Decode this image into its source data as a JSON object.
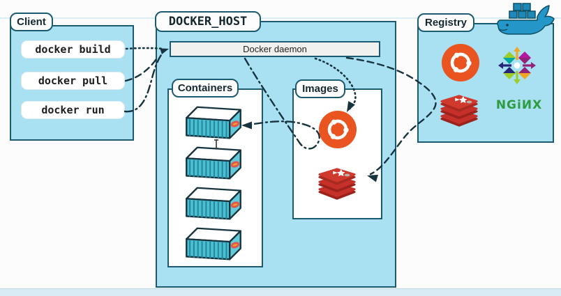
{
  "client": {
    "label": "Client",
    "commands": [
      {
        "label": "docker build",
        "flow_style": "dotted"
      },
      {
        "label": "docker pull",
        "flow_style": "dashed"
      },
      {
        "label": "docker run",
        "flow_style": "dash-dot"
      }
    ]
  },
  "docker_host": {
    "label": "DOCKER_HOST",
    "daemon": {
      "label": "Docker daemon"
    },
    "containers": {
      "label": "Containers",
      "count": 4,
      "icon": "shipping-container"
    },
    "images": {
      "label": "Images",
      "items": [
        {
          "name": "ubuntu"
        },
        {
          "name": "redis"
        }
      ]
    }
  },
  "registry": {
    "label": "Registry",
    "items": [
      {
        "name": "ubuntu"
      },
      {
        "name": "centos"
      },
      {
        "name": "redis"
      },
      {
        "name": "nginx"
      }
    ],
    "nginx_text": "NGiИX"
  },
  "flows": [
    {
      "from": "docker build",
      "to": "docker-daemon",
      "style": "dotted"
    },
    {
      "from": "docker pull",
      "to": "docker-daemon",
      "style": "dashed"
    },
    {
      "from": "docker run",
      "to": "docker-daemon",
      "style": "dash-dot"
    },
    {
      "from": "docker-daemon",
      "to": "ubuntu-image-in-images",
      "style": "dotted"
    },
    {
      "from": "docker-daemon",
      "via": "ubuntu-image",
      "to": "top-container",
      "style": "dash-dot"
    },
    {
      "from": "docker-daemon",
      "via": "registry-redis",
      "to": "redis-image-in-images",
      "style": "dashed"
    }
  ],
  "colors": {
    "panel_fill": "#a9e0f2",
    "panel_border": "#1b5a70",
    "daemon_fill": "#f1f1ef",
    "ubuntu_orange": "#e95420",
    "redis_red": "#c6302b",
    "nginx_green": "#2d9c3f",
    "docker_blue": "#2496c8",
    "arrow": "#17333f"
  }
}
